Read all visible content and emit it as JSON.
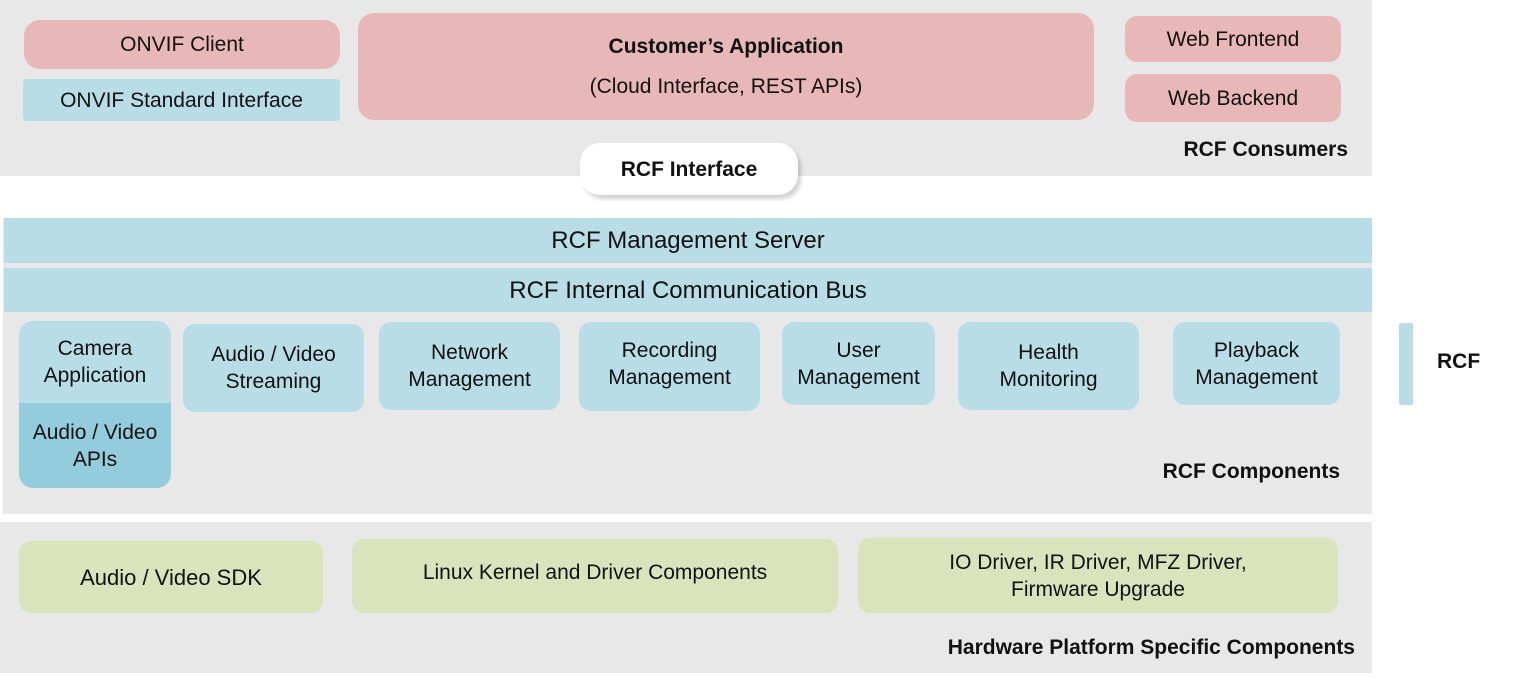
{
  "consumers": {
    "label": "RCF Consumers",
    "onvif_client": "ONVIF Client",
    "onvif_standard": "ONVIF Standard Interface",
    "customer_app_title": "Customer’s Application",
    "customer_app_sub": "(Cloud Interface, REST APIs)",
    "web_frontend": "Web Frontend",
    "web_backend": "Web Backend"
  },
  "interface": "RCF Interface",
  "rcf": {
    "label": "RCF",
    "management_server": "RCF Management Server",
    "bus": "RCF Internal Communication Bus",
    "components_label": "RCF Components",
    "components": [
      "Camera Application",
      "Audio / Video Streaming",
      "Network Management",
      "Recording Management",
      "User Management",
      "Health Monitoring",
      "Playback Management"
    ],
    "camera_sub": "Audio / Video APIs"
  },
  "hardware": {
    "label": "Hardware Platform Specific Components",
    "items": [
      "Audio / Video SDK",
      "Linux Kernel and Driver Components",
      "IO Driver, IR Driver, MFZ Driver, Firmware Upgrade"
    ]
  },
  "colors": {
    "consumer": "#e8b8b8",
    "rcf": "#b8dde7",
    "rcf_dark": "#93ccdc",
    "hardware": "#d9e4bd",
    "panel": "#e8e8e8"
  }
}
